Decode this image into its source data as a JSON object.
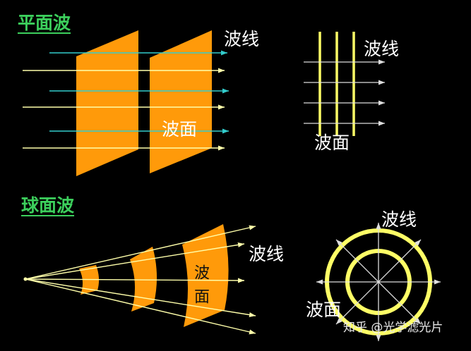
{
  "plane_wave": {
    "title": "平面波",
    "perspective_view": {
      "ray_label": "波线",
      "wavefront_label": "波面"
    },
    "side_view": {
      "ray_label": "波线",
      "wavefront_label": "波面"
    }
  },
  "spherical_wave": {
    "title": "球面波",
    "perspective_view": {
      "ray_label": "波线",
      "wavefront_label": "波面"
    },
    "cross_section_view": {
      "ray_label": "波线",
      "wavefront_label": "波面"
    }
  },
  "watermark": "知乎 @光学滤光片",
  "colors": {
    "background": "#000000",
    "title": "#3ccf5c",
    "wavefront": "#ff9a0a",
    "wavefront_line": "#ffff66",
    "ray_yellow": "#ffffaa",
    "ray_cyan": "#33cccc",
    "ray_gray": "#dddddd",
    "label": "#ffffff"
  }
}
